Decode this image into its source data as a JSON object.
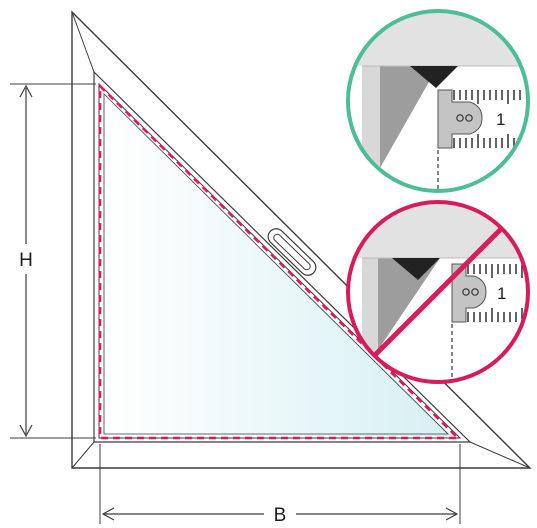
{
  "diagram": {
    "height_label": "H",
    "width_label": "B",
    "correct_detail": {
      "ruler_number": "1"
    },
    "incorrect_detail": {
      "ruler_number": "1"
    },
    "colors": {
      "frame_stroke": "#3c3c3c",
      "glass": "#dff3f5",
      "measure_outline": "#e2185c",
      "correct_ring": "#4dbd97",
      "incorrect_ring": "#d81b5a",
      "gasket": "#222222",
      "ruler_metal": "#c4c4c4"
    }
  }
}
